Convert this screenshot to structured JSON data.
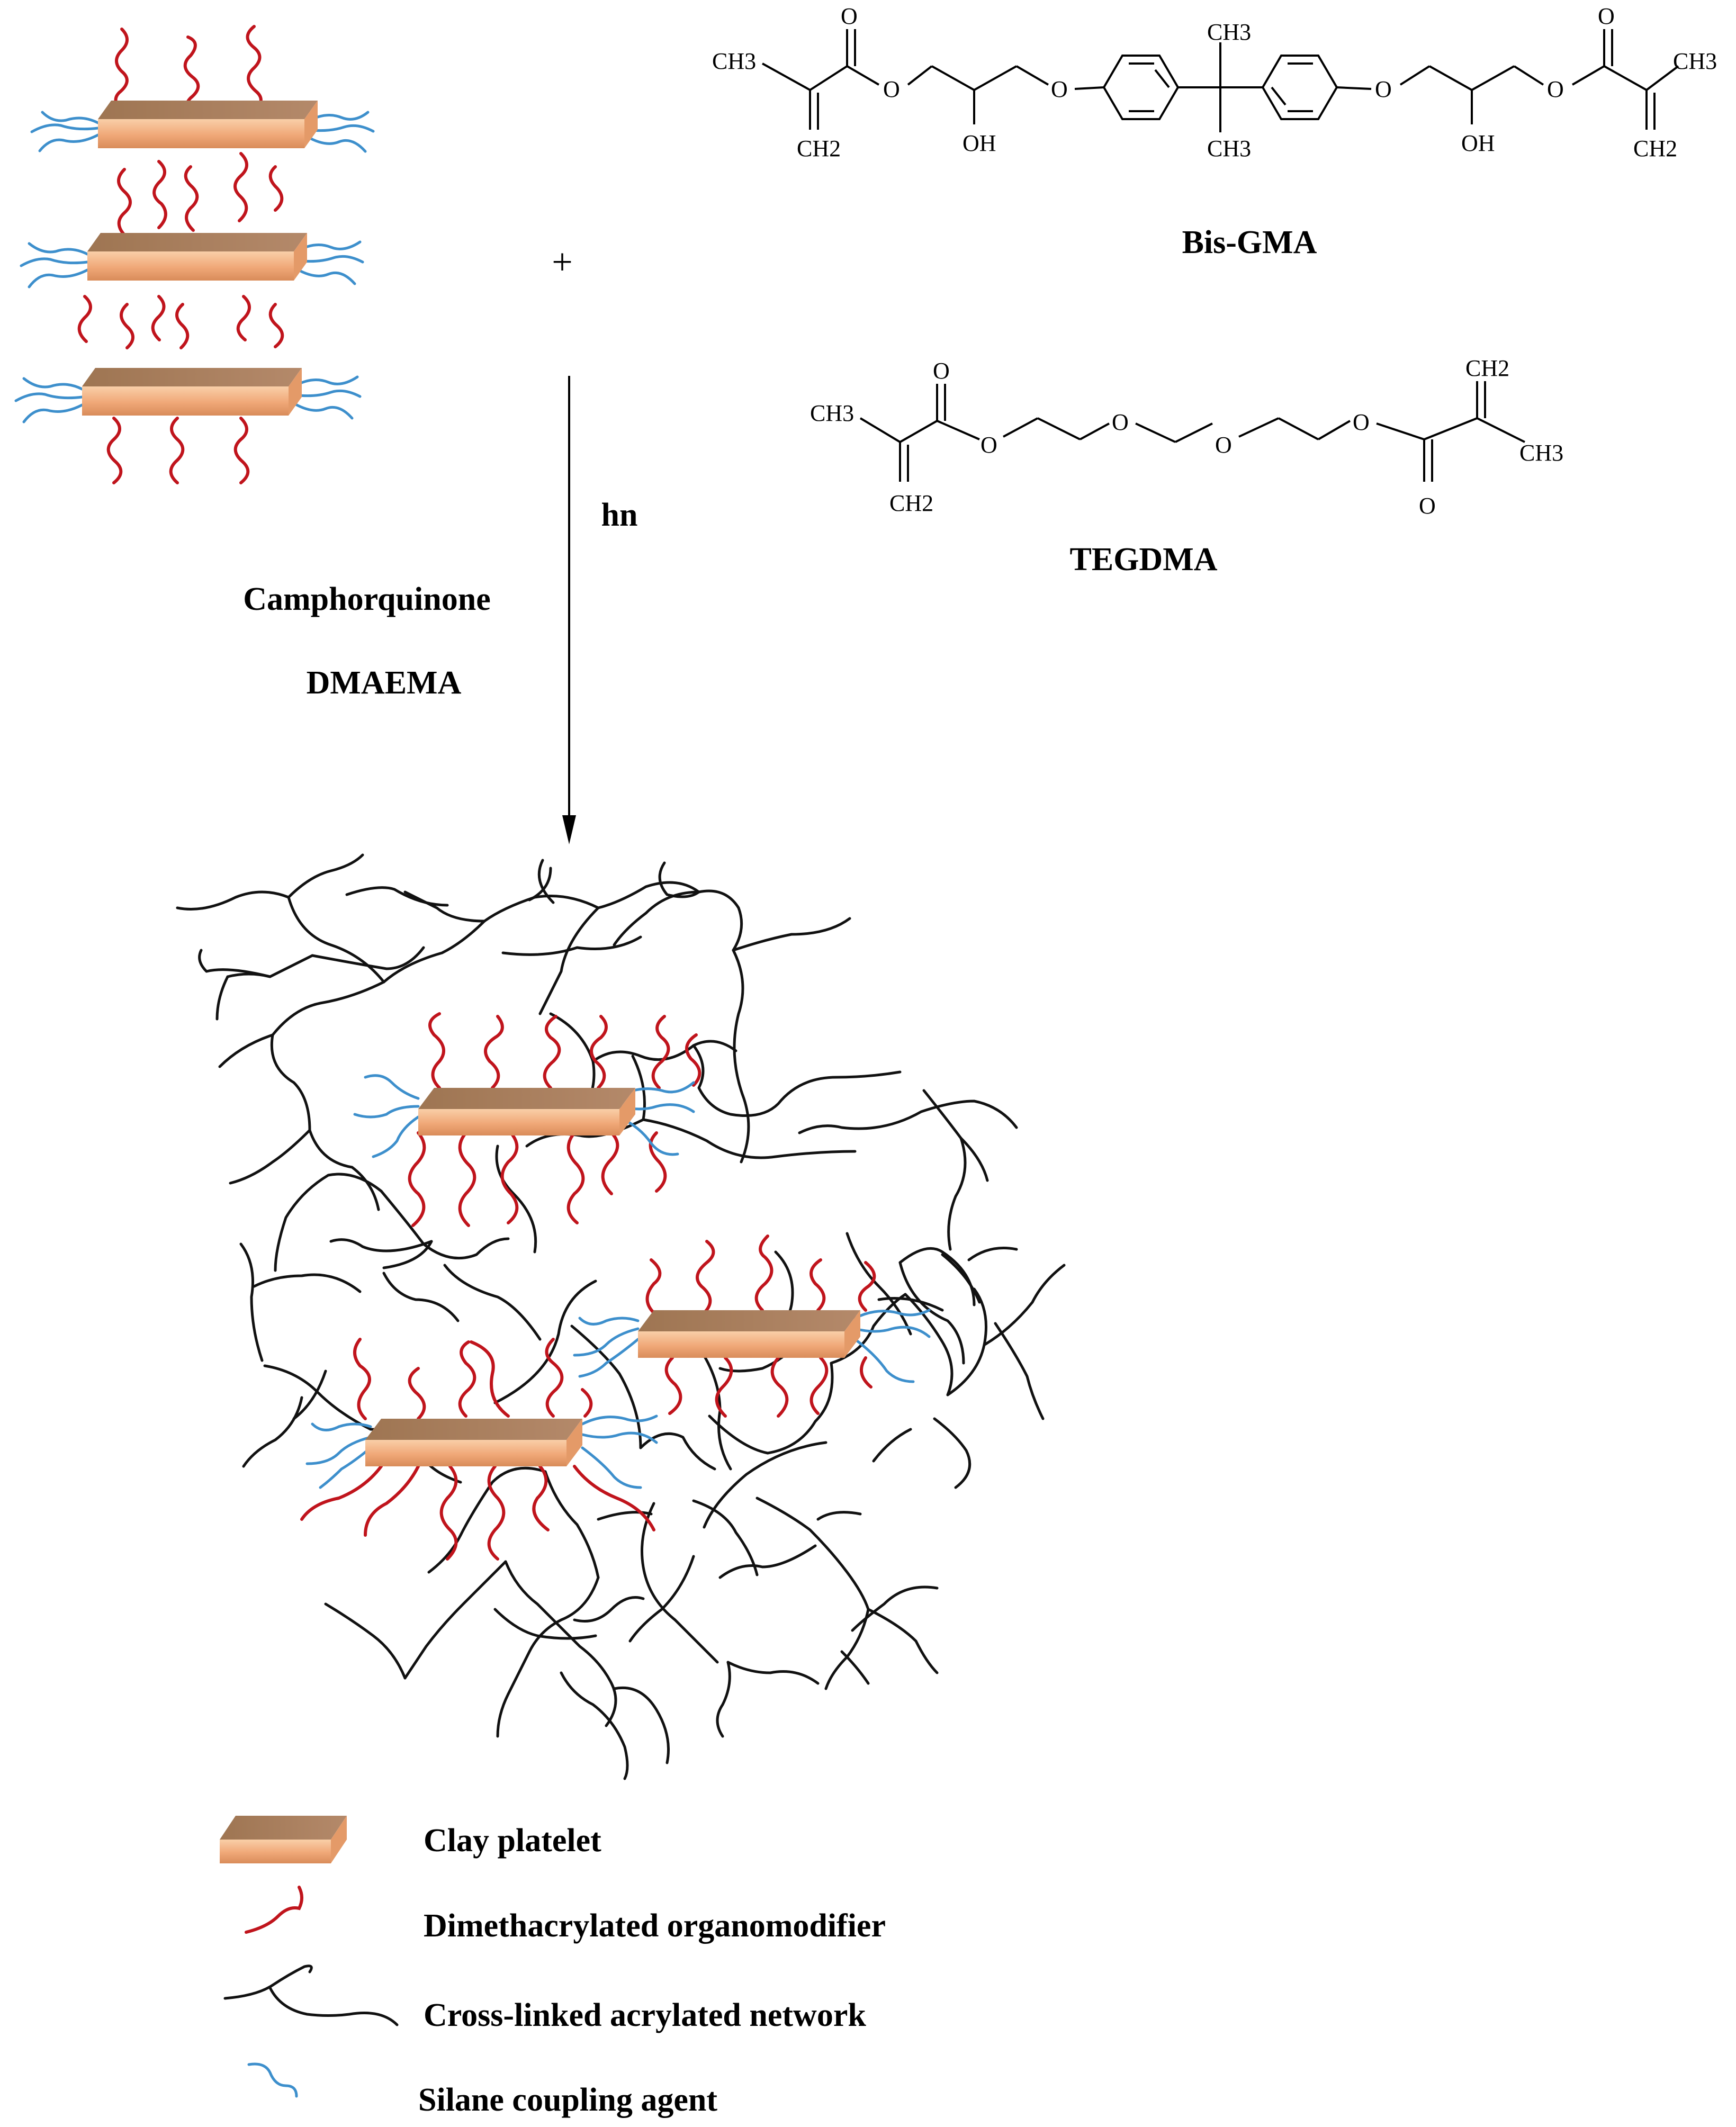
{
  "reagents": {
    "bis_gma": {
      "name": "Bis-GMA",
      "groups": {
        "ch3_left": "CH3",
        "ch2_left": "CH2",
        "oh_left": "OH",
        "ch3_top": "CH3",
        "ch3_bottom": "CH3",
        "oh_right": "OH",
        "ch3_right": "CH3",
        "ch2_right": "CH2",
        "o_carbonyl": "O",
        "o_ether": "O"
      }
    },
    "tegdma": {
      "name": "TEGDMA",
      "groups": {
        "ch3_left": "CH3",
        "ch2_left": "CH2",
        "ch2_right": "CH2",
        "ch3_right": "CH3",
        "o": "O"
      }
    },
    "plus": "+"
  },
  "reaction": {
    "condition": "hn",
    "initiator": "Camphorquinone",
    "coinitiator": "DMAEMA"
  },
  "legend": {
    "clay_platelet": "Clay platelet",
    "organomodifier": "Dimethacrylated organomodifier",
    "network": "Cross-linked acrylated network",
    "silane": "Silane coupling agent"
  },
  "colors": {
    "clay_top": "#a57a55",
    "clay_front": "#f2b48a",
    "clay_side": "#e8a070",
    "organomodifier": "#c0141c",
    "network": "#111111",
    "silane": "#3d8fcc"
  }
}
